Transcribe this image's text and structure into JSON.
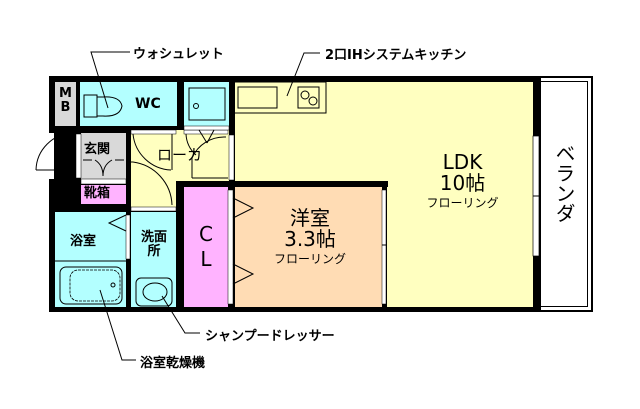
{
  "floorplan": {
    "callouts": {
      "washlet": "ウォシュレット",
      "kitchen": "2口IHシステムキッチン",
      "shampoo_dresser": "シャンプードレッサー",
      "bath_dryer": "浴室乾燥機"
    },
    "rooms": {
      "mb": {
        "line1": "M",
        "line2": "B"
      },
      "wc": {
        "label": "WC"
      },
      "entrance": {
        "label": "玄関"
      },
      "shoe_box": {
        "label": "靴箱"
      },
      "corridor": {
        "label": "ローカ"
      },
      "bathroom": {
        "label": "浴室"
      },
      "washroom": {
        "line1": "洗面",
        "line2": "所"
      },
      "closet": {
        "line1": "C",
        "line2": "L"
      },
      "western_room": {
        "name": "洋室",
        "size": "3.3帖",
        "floor": "フローリング"
      },
      "ldk": {
        "name": "LDK",
        "size": "10帖",
        "floor": "フローリング"
      },
      "veranda": {
        "label": "ベランダ"
      }
    },
    "colors": {
      "wall": "#000000",
      "wet_area": "#b3ffff",
      "hall": "#ffffc0",
      "utility_gray": "#d9d9d9",
      "closet_pink": "#ffb3ff",
      "western_peach": "#ffdcb4",
      "ldk_yellow": "#ffffc0"
    }
  }
}
